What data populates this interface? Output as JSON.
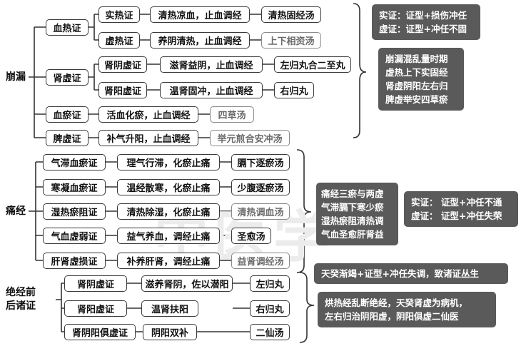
{
  "sections": {
    "bengLou": {
      "root": "崩漏",
      "groups": [
        {
          "label": "血热证",
          "children": [
            {
              "type": "实热证",
              "method": "清热凉血，止血调经",
              "formula": "清热固经汤"
            },
            {
              "type": "虚热证",
              "method": "养阴清热，止血调经",
              "formula": "上下相资汤"
            }
          ]
        },
        {
          "label": "肾虚证",
          "children": [
            {
              "type": "肾阴虚证",
              "method": "滋肾益阴，止血调经",
              "formula": "左归丸合二至丸"
            },
            {
              "type": "肾阳虚证",
              "method": "温肾固冲，止血调经",
              "formula": "右归丸"
            }
          ]
        },
        {
          "label": "血瘀证",
          "method": "活血化瘀，止血调经",
          "formula": "四草汤"
        },
        {
          "label": "脾虚证",
          "method": "补气升阳，止血调经",
          "formula": "举元煎合安冲汤"
        }
      ],
      "notes": [
        [
          "实证：证型+损伤冲任",
          "虚证：证型+冲任不固"
        ],
        [
          "崩漏混乱量时期",
          "虚热上下实固经",
          "肾虚阴阳左右归",
          "脾虚举安四草瘀"
        ]
      ]
    },
    "tongJing": {
      "root": "痛经",
      "rows": [
        {
          "type": "气滞血瘀证",
          "method": "理气行滞，化瘀止痛",
          "formula": "膈下逐瘀汤"
        },
        {
          "type": "寒凝血瘀证",
          "method": "温经散寒，化瘀止痛",
          "formula": "少腹逐瘀汤"
        },
        {
          "type": "湿热瘀阻证",
          "method": "清热除湿，化瘀止痛",
          "formula": "清热调血汤"
        },
        {
          "type": "气血虚弱证",
          "method": "益气养血，调经止痛",
          "formula": "圣愈汤"
        },
        {
          "type": "肝肾虚损证",
          "method": "补养肝肾，调经止痛",
          "formula": "益肾调经汤"
        }
      ],
      "notes": [
        [
          "痛经三瘀与两虚",
          "气滞膈下寒少瘀",
          "湿热瘀阻清热调",
          "气血圣愈肝肾益"
        ],
        [
          "实证： 证型+冲任不通",
          "虚证： 证型+冲任失荣"
        ]
      ]
    },
    "jueJing": {
      "root": [
        "绝经前",
        "后诸证"
      ],
      "rows": [
        {
          "type": "肾阴虚证",
          "method": "滋养肾阴，佐以潜阳",
          "formula": "左归丸"
        },
        {
          "type": "肾阳虚证",
          "method": "温肾扶阳",
          "formula": "右归丸"
        },
        {
          "type": "肾阴阳俱虚证",
          "method": "阴阳双补",
          "formula": "二仙汤"
        }
      ],
      "notes": [
        [
          "天癸渐竭+证型+冲任失调，致诸证丛生"
        ],
        [
          "烘热经乱断绝经，天癸肾虚为病机，",
          "左右归治阴阳虚，阴阳俱虚二仙医"
        ]
      ]
    }
  },
  "watermark": "中医学"
}
